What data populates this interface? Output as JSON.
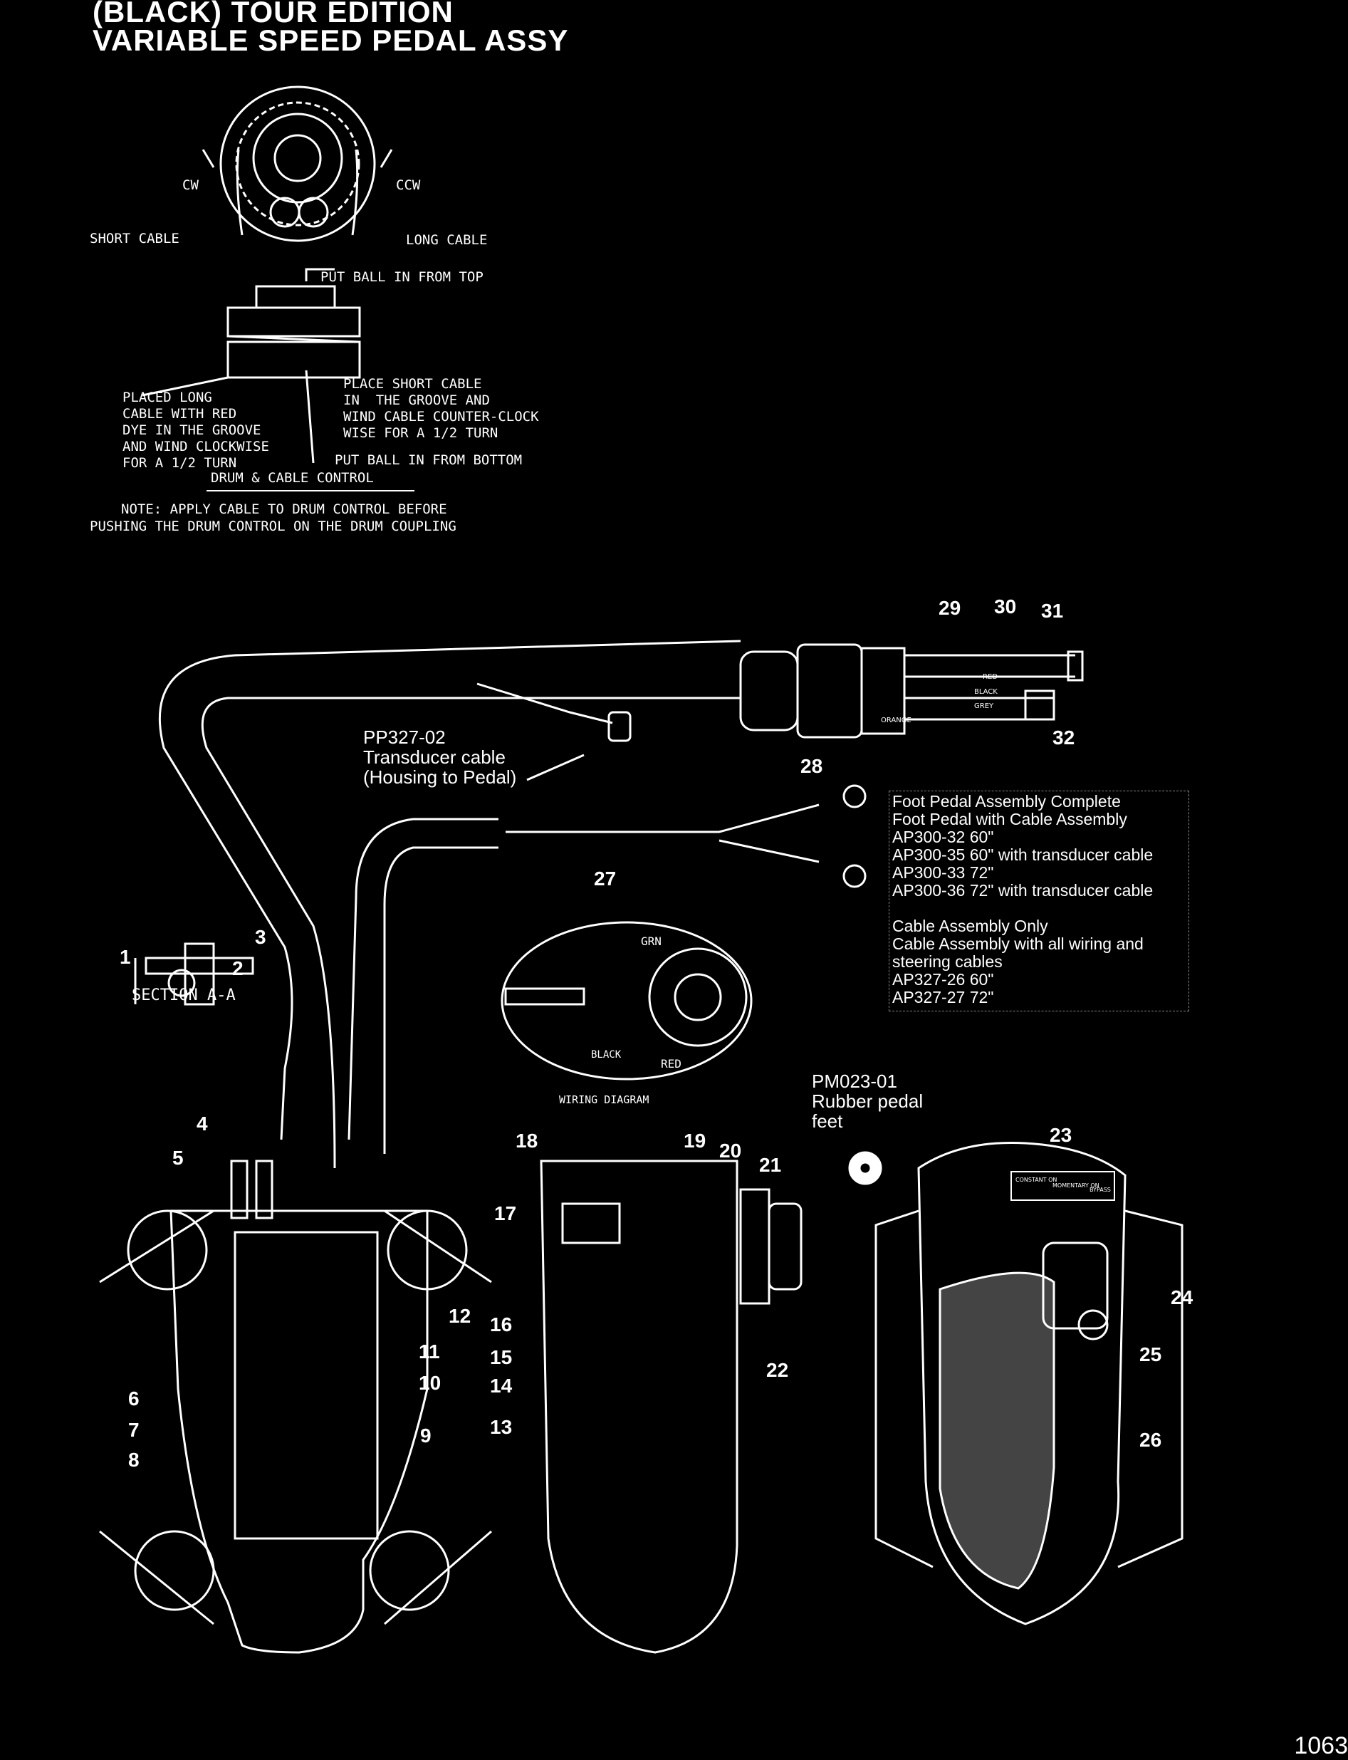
{
  "title": {
    "line1": "(BLACK) TOUR EDITION",
    "line2": "VARIABLE SPEED PEDAL ASSY"
  },
  "drum_diagram": {
    "cw": "CW",
    "ccw": "CCW",
    "short_cable": "SHORT CABLE",
    "long_cable": "LONG CABLE",
    "put_ball_top": "PUT BALL IN FROM TOP",
    "placed_long": "PLACED LONG\nCABLE WITH RED\nDYE IN THE GROOVE\nAND WIND CLOCKWISE\nFOR A 1/2 TURN",
    "place_short": "PLACE SHORT CABLE\nIN  THE GROOVE AND\nWIND CABLE COUNTER-CLOCK\nWISE FOR A 1/2 TURN",
    "put_ball_bottom": "PUT BALL IN FROM BOTTOM",
    "caption": "DRUM & CABLE CONTROL",
    "note_line1": "NOTE: APPLY CABLE TO DRUM CONTROL BEFORE",
    "note_line2": "PUSHING THE DRUM CONTROL ON THE DRUM COUPLING"
  },
  "transducer": {
    "part": "PP327-02",
    "line2": "Transducer cable",
    "line3": "(Housing to Pedal)"
  },
  "rubber_feet": {
    "part": "PM023-01",
    "line2": "Rubber pedal",
    "line3": "feet"
  },
  "section": {
    "label": "SECTION A-A"
  },
  "wiring": {
    "label": "WIRING DIAGRAM",
    "grn": "GRN",
    "black": "BLACK",
    "red": "RED"
  },
  "wire_tags": [
    "RED",
    "BLACK",
    "GREY",
    "ORANGE"
  ],
  "pedal_labels": {
    "left": "CONSTANT ON",
    "middle": "MOMENTARY ON",
    "right": "BYPASS"
  },
  "info": {
    "lines": [
      "Foot Pedal Assembly Complete",
      "Foot Pedal with Cable Assembly",
      "AP300-32  60\"",
      "AP300-35  60\" with transducer cable",
      "AP300-33  72\"",
      "AP300-36  72\" with transducer cable",
      "",
      "Cable Assembly Only",
      "Cable Assembly with all wiring and",
      "steering cables",
      "AP327-26  60\"",
      "AP327-27  72\""
    ]
  },
  "callouts": [
    "1",
    "2",
    "3",
    "4",
    "5",
    "6",
    "7",
    "8",
    "9",
    "10",
    "11",
    "12",
    "13",
    "14",
    "15",
    "16",
    "17",
    "18",
    "19",
    "20",
    "21",
    "22",
    "23",
    "24",
    "25",
    "26",
    "27",
    "28",
    "29",
    "30",
    "31",
    "32"
  ],
  "page_number": "1063"
}
